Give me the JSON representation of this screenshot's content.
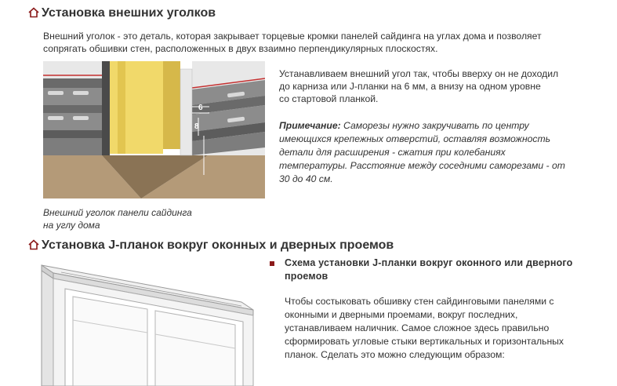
{
  "section1": {
    "title": "Установка внешних уголков",
    "intro_lines": [
      "Внешний уголок - это деталь, которая закрывает торцевые кромки панелей сайдинга на углах дома и позволяет",
      "сопрягать обшивки стен, расположенных в двух взаимно перпендикулярных плоскостях."
    ],
    "install_lines": [
      "Устанавливаем внешний угол так, чтобы вверху он не доходил",
      "до карниза или J-планки на 6 мм, а внизу на одном уровне",
      "со стартовой планкой."
    ],
    "note_label": "Примечание:",
    "note_lines": [
      " Саморезы нужно закручивать по центру",
      "имеющихся крепежных отверстий, оставляя возможность",
      "детали для расширения - сжатия при колебаниях",
      "температуры. Расстояние между соседними саморезами - от",
      "30 до 40 см."
    ],
    "caption_lines": [
      "Внешний уголок панели сайдинга",
      "на углу дома"
    ],
    "dimension_top": "6",
    "dimension_bottom": "8"
  },
  "section2": {
    "title": "Установка J-планок вокруг оконных и дверных проемов",
    "subheading_lines": [
      "Схема установки J-планки вокруг оконного или дверного",
      "проемов"
    ],
    "body_lines": [
      "Чтобы состыковать обшивку стен сайдинговыми панелями с",
      "оконными и дверными проемами, вокруг последних,",
      "устанавливаем наличник. Самое сложное здесь правильно",
      "сформировать угловые стыки вертикальных и горизонтальных",
      "планок. Сделать это можно следующим образом:"
    ]
  },
  "colors": {
    "accent": "#8b1a1a",
    "corner_wood": "#f1d96a",
    "wall_dark": "#5c5c5c",
    "ground": "#b49a78"
  }
}
